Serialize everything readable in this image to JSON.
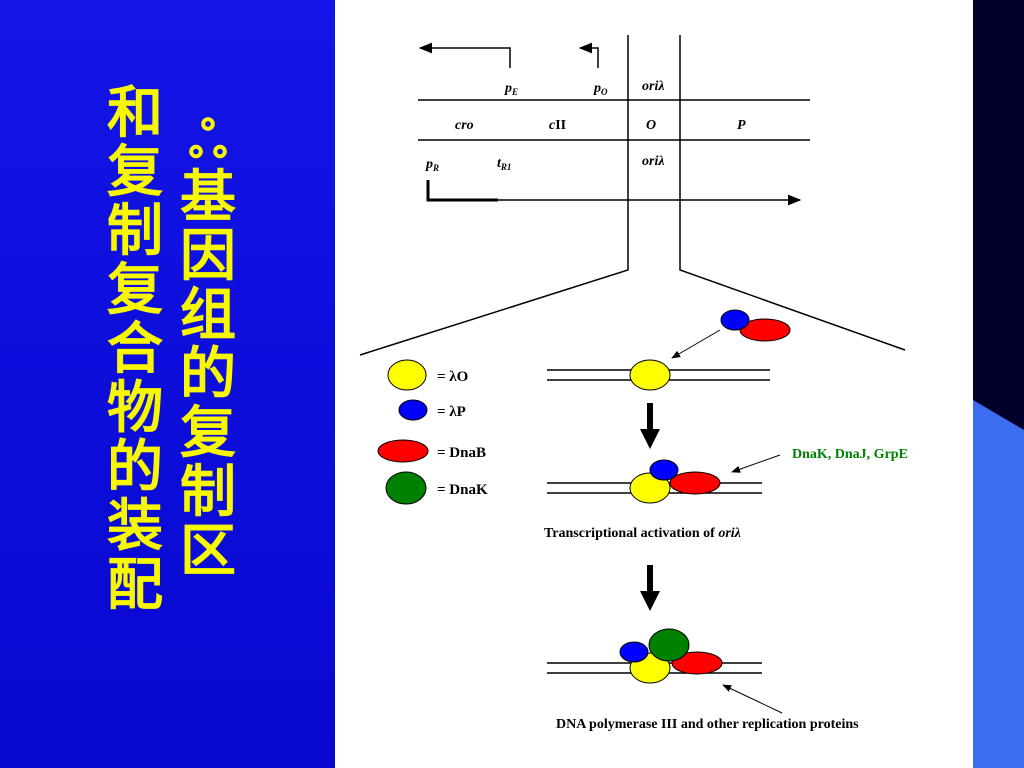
{
  "slide": {
    "title_line1": "基因组的复制区",
    "title_line2": "和复制复合物的装配"
  },
  "map": {
    "promoter_pE_main": "p",
    "promoter_pE_sub": "E",
    "promoter_pO_main": "p",
    "promoter_pO_sub": "O",
    "ori_top": "oriλ",
    "gene_cro": "cro",
    "gene_cII_c": "c",
    "gene_cII_rest": "II",
    "gene_O": "O",
    "gene_P": "P",
    "promoter_pR_main": "p",
    "promoter_pR_sub": "R",
    "terminator_main": "t",
    "terminator_sub": "R1",
    "ori_bottom": "oriλ"
  },
  "legend": {
    "items": [
      {
        "label": "= λO",
        "color": "#ffff00"
      },
      {
        "label": "= λP",
        "color": "#0000ff"
      },
      {
        "label": "= DnaB",
        "color": "#ff0000"
      },
      {
        "label": "= DnaK",
        "color": "#008000"
      }
    ]
  },
  "annotations": {
    "chaperones": "DnaK, DnaJ, GrpE",
    "chaperones_color": "#008000",
    "activation_prefix": "Transcriptional activation of ",
    "activation_italic": "oriλ",
    "polymerase": "DNA polymerase III and other replication proteins"
  }
}
